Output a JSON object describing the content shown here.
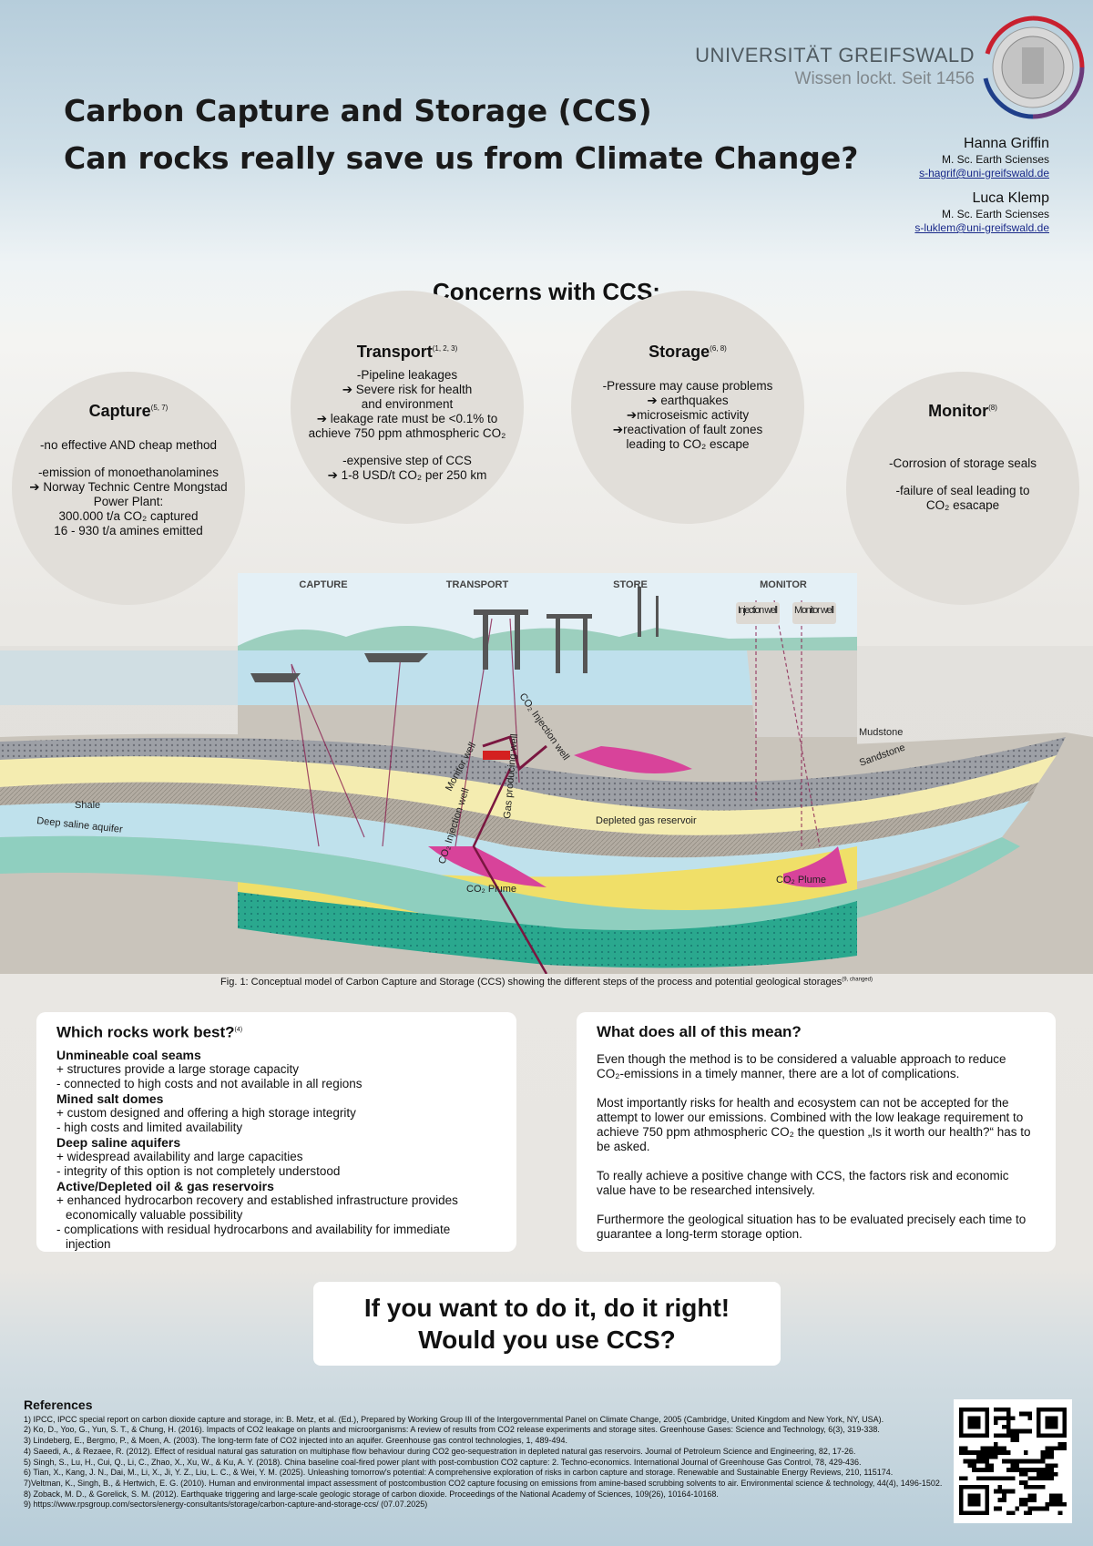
{
  "header": {
    "title_line1": "Carbon Capture and Storage (CCS)",
    "title_line2": "Can rocks really save us from Climate Change?"
  },
  "logo": {
    "name": "UNIVERSITÄT GREIFSWALD",
    "slogan": "Wissen lockt. Seit 1456",
    "colors": {
      "red": "#c8202f",
      "blue": "#1f3f8a"
    }
  },
  "authors": [
    {
      "name": "Hanna Griffin",
      "degree": "M. Sc. Earth Scienses",
      "email": "s-hagrif@uni-greifswald.de"
    },
    {
      "name": "Luca Klemp",
      "degree": "M. Sc. Earth Scienses",
      "email": "s-luklem@uni-greifswald.de"
    }
  ],
  "concerns": {
    "heading": "Concerns with CCS:",
    "capture": {
      "title": "Capture",
      "refs": "(5, 7)",
      "lines": [
        "-no effective AND cheap method",
        "-emission of monoethanolamines",
        "➔ Norway Technic Centre Mongstad",
        "Power Plant:",
        "300.000 t/a CO₂ captured",
        "16 - 930 t/a amines emitted"
      ]
    },
    "transport": {
      "title": "Transport",
      "refs": "(1, 2, 3)",
      "lines": [
        "-Pipeline leakages",
        "➔ Severe risk for health",
        "and environment",
        "➔ leakage rate must be <0.1% to",
        "achieve 750 ppm athmospheric CO₂",
        "-expensive step of CCS",
        "➔ 1-8 USD/t CO₂ per 250 km"
      ]
    },
    "storage": {
      "title": "Storage",
      "refs": "(6, 8)",
      "lines": [
        "-Pressure may cause problems",
        "➔ earthquakes",
        "➔microseismic activity",
        "➔reactivation of fault zones",
        "leading to CO₂ escape"
      ]
    },
    "monitor": {
      "title": "Monitor",
      "refs": "(8)",
      "lines": [
        "-Corrosion of storage seals",
        "-failure of seal leading to",
        "CO₂ esacape"
      ]
    }
  },
  "figure": {
    "stages": [
      "CAPTURE",
      "TRANSPORT",
      "STORE",
      "MONITOR"
    ],
    "labels": {
      "injection_well": "Injection well",
      "monitor_well_top": "Monitor well",
      "mudstone": "Mudstone",
      "sandstone": "Sandstone",
      "shale": "Shale",
      "aquifer": "Deep saline aquifer",
      "monitor_well": "Monitor well",
      "gas_well": "Gas producing well",
      "co2_inj_1": "CO₂ Injection well",
      "co2_inj_2": "CO₂ Injection well",
      "depleted": "Depleted gas reservoir",
      "plume_1": "CO₂ Plume",
      "plume_2": "CO₂ Plume"
    },
    "caption": "Fig. 1: Conceptual model of Carbon Capture and Storage (CCS) showing the different steps of the process and potential geological storages",
    "caption_ref": "(9, changed)"
  },
  "rocks": {
    "title": "Which rocks work best?",
    "ref": "(4)",
    "groups": [
      {
        "name": "Unmineable coal seams",
        "items": [
          "+ structures provide a large storage capacity",
          "- connected to high costs and not available in all regions"
        ]
      },
      {
        "name": "Mined salt domes",
        "items": [
          "+ custom designed and offering a high storage integrity",
          "- high costs and limited availability"
        ]
      },
      {
        "name": "Deep saline aquifers",
        "items": [
          "+ widespread availability and large capacities",
          "- integrity of this option is not completely understood"
        ]
      },
      {
        "name": "Active/Depleted oil & gas reservoirs",
        "items": [
          "+ enhanced hydrocarbon recovery and established infrastructure provides economically valuable possibility",
          "- complications with residual hydrocarbons and availability for immediate injection"
        ]
      }
    ]
  },
  "meaning": {
    "title": "What does all of this mean?",
    "paragraphs": [
      "Even though the method is to be considered a valuable approach to reduce CO₂-emissions in a timely manner, there are a lot of complications.",
      "Most importantly risks for health and ecosystem can not be accepted for the attempt to lower our emissions. Combined with the low leakage requirement to achieve 750 ppm athmospheric CO₂ the question „Is it worth our health?“ has to be asked.",
      "To really achieve a positive change with CCS, the factors risk and economic value have to be researched intensively.",
      "Furthermore the geological situation has to be evaluated precisely each time to guarantee a long-term storage option."
    ]
  },
  "final": {
    "line1": "If you want to do it, do it right!",
    "line2": "Would you use CCS?"
  },
  "references": {
    "heading": "References",
    "items": [
      "1) IPCC, IPCC special report on carbon dioxide capture and storage, in: B. Metz, et al. (Ed.), Prepared by Working Group III of the Intergovernmental Panel on Climate Change, 2005 (Cambridge, United Kingdom and New York, NY, USA).",
      "2) Ko, D., Yoo, G., Yun, S. T., & Chung, H. (2016). Impacts of CO2 leakage on plants and microorganisms: A review of results from CO2 release experiments and storage sites. Greenhouse Gases: Science and Technology, 6(3), 319-338.",
      "3) Lindeberg, E., Bergmo, P., & Moen, A. (2003). The long-term fate of CO2 injected into an aquifer. Greenhouse gas control technologies, 1, 489-494.",
      "4) Saeedi, A., & Rezaee, R. (2012). Effect of residual natural gas saturation on multiphase flow behaviour during CO2 geo-sequestration in depleted natural gas reservoirs. Journal of Petroleum Science and Engineering, 82, 17-26.",
      "5) Singh, S., Lu, H., Cui, Q., Li, C., Zhao, X., Xu, W., & Ku, A. Y. (2018). China baseline coal-fired power plant with post-combustion CO2 capture: 2. Techno-economics. International Journal of Greenhouse Gas Control, 78, 429-436.",
      "6) Tian, X., Kang, J. N., Dai, M., Li, X., Ji, Y. Z., Liu, L. C., & Wei, Y. M. (2025). Unleashing tomorrow's potential: A comprehensive exploration of risks in carbon capture and storage. Renewable and Sustainable Energy Reviews, 210, 115174.",
      "7)Veltman, K., Singh, B., & Hertwich, E. G. (2010). Human and environmental impact assessment of postcombustion CO2 capture focusing on emissions from amine-based scrubbing solvents to air. Environmental science & technology, 44(4), 1496-1502.",
      "8) Zoback, M. D., & Gorelick, S. M. (2012). Earthquake triggering and large-scale geologic storage of carbon dioxide. Proceedings of the National Academy of Sciences, 109(26), 10164-10168.",
      "9) https://www.rpsgroup.com/sectors/energy-consultants/storage/carbon-capture-and-storage-ccs/ (07.07.2025)"
    ]
  }
}
